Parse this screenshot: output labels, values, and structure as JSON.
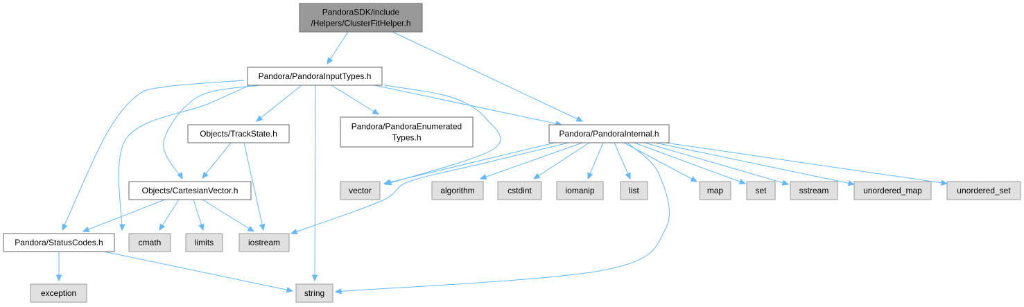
{
  "colors": {
    "root_fill": "#999999",
    "root_stroke": "#666666",
    "header_fill": "#ffffff",
    "header_stroke": "#666666",
    "system_fill": "#e0e0e0",
    "system_stroke": "#999999",
    "edge": "#63b8ff",
    "text": "#000000"
  },
  "nodes": {
    "root": {
      "lines": [
        "PandoraSDK/include",
        "/Helpers/ClusterFitHelper.h"
      ],
      "kind": "root"
    },
    "input_types": {
      "lines": [
        "Pandora/PandoraInputTypes.h"
      ],
      "kind": "header"
    },
    "track_state": {
      "lines": [
        "Objects/TrackState.h"
      ],
      "kind": "header"
    },
    "enumerated_types": {
      "lines": [
        "Pandora/PandoraEnumerated",
        "Types.h"
      ],
      "kind": "header"
    },
    "pandora_internal": {
      "lines": [
        "Pandora/PandoraInternal.h"
      ],
      "kind": "header"
    },
    "cartesian_vector": {
      "lines": [
        "Objects/CartesianVector.h"
      ],
      "kind": "header"
    },
    "status_codes": {
      "lines": [
        "Pandora/StatusCodes.h"
      ],
      "kind": "header"
    },
    "vector": {
      "lines": [
        "vector"
      ],
      "kind": "system"
    },
    "algorithm": {
      "lines": [
        "algorithm"
      ],
      "kind": "system"
    },
    "cstdint": {
      "lines": [
        "cstdint"
      ],
      "kind": "system"
    },
    "iomanip": {
      "lines": [
        "iomanip"
      ],
      "kind": "system"
    },
    "list": {
      "lines": [
        "list"
      ],
      "kind": "system"
    },
    "map": {
      "lines": [
        "map"
      ],
      "kind": "system"
    },
    "set": {
      "lines": [
        "set"
      ],
      "kind": "system"
    },
    "sstream": {
      "lines": [
        "sstream"
      ],
      "kind": "system"
    },
    "unordered_map": {
      "lines": [
        "unordered_map"
      ],
      "kind": "system"
    },
    "unordered_set": {
      "lines": [
        "unordered_set"
      ],
      "kind": "system"
    },
    "cmath": {
      "lines": [
        "cmath"
      ],
      "kind": "system"
    },
    "limits": {
      "lines": [
        "limits"
      ],
      "kind": "system"
    },
    "iostream": {
      "lines": [
        "iostream"
      ],
      "kind": "system"
    },
    "exception": {
      "lines": [
        "exception"
      ],
      "kind": "system"
    },
    "string": {
      "lines": [
        "string"
      ],
      "kind": "system"
    }
  },
  "edges": [
    [
      "root",
      "input_types"
    ],
    [
      "root",
      "pandora_internal"
    ],
    [
      "input_types",
      "track_state"
    ],
    [
      "input_types",
      "enumerated_types"
    ],
    [
      "input_types",
      "pandora_internal"
    ],
    [
      "input_types",
      "cartesian_vector"
    ],
    [
      "input_types",
      "status_codes"
    ],
    [
      "input_types",
      "cmath"
    ],
    [
      "input_types",
      "vector"
    ],
    [
      "input_types",
      "string"
    ],
    [
      "track_state",
      "cartesian_vector"
    ],
    [
      "track_state",
      "iostream"
    ],
    [
      "cartesian_vector",
      "status_codes"
    ],
    [
      "cartesian_vector",
      "cmath"
    ],
    [
      "cartesian_vector",
      "limits"
    ],
    [
      "cartesian_vector",
      "iostream"
    ],
    [
      "status_codes",
      "exception"
    ],
    [
      "status_codes",
      "string"
    ],
    [
      "pandora_internal",
      "vector"
    ],
    [
      "pandora_internal",
      "iostream"
    ],
    [
      "pandora_internal",
      "algorithm"
    ],
    [
      "pandora_internal",
      "cstdint"
    ],
    [
      "pandora_internal",
      "iomanip"
    ],
    [
      "pandora_internal",
      "list"
    ],
    [
      "pandora_internal",
      "map"
    ],
    [
      "pandora_internal",
      "set"
    ],
    [
      "pandora_internal",
      "sstream"
    ],
    [
      "pandora_internal",
      "unordered_map"
    ],
    [
      "pandora_internal",
      "unordered_set"
    ],
    [
      "pandora_internal",
      "string"
    ]
  ]
}
